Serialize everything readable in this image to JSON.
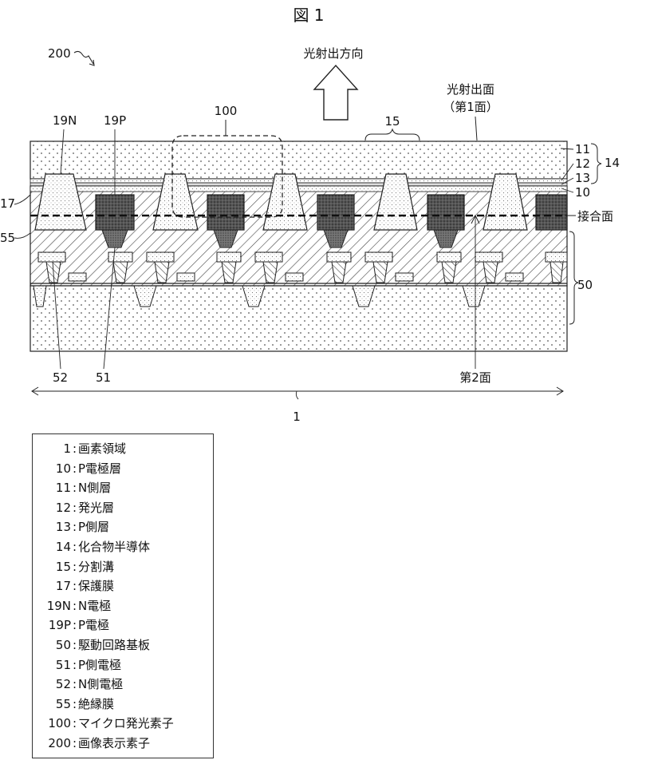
{
  "figure": {
    "title": "図 1",
    "label_200": "200",
    "light_direction": "光射出方向",
    "light_face_line1": "光射出面",
    "light_face_line2": "（第1面）",
    "label_100": "100",
    "label_15": "15",
    "label_19N": "19N",
    "label_19P": "19P",
    "label_11": "11",
    "label_12": "12",
    "label_13": "13",
    "label_14": "14",
    "label_10": "10",
    "label_17": "17",
    "label_55": "55",
    "label_50": "50",
    "bonding_face": "接合面",
    "label_52": "52",
    "label_51": "51",
    "second_face": "第2面",
    "label_1": "1"
  },
  "legend": [
    {
      "num": "1",
      "sep": ":",
      "text": "画素領域"
    },
    {
      "num": "10",
      "sep": ":",
      "text": "P電極層"
    },
    {
      "num": "11",
      "sep": ":",
      "text": "N側層"
    },
    {
      "num": "12",
      "sep": ":",
      "text": "発光層"
    },
    {
      "num": "13",
      "sep": ":",
      "text": "P側層"
    },
    {
      "num": "14",
      "sep": ":",
      "text": "化合物半導体"
    },
    {
      "num": "15",
      "sep": ":",
      "text": "分割溝"
    },
    {
      "num": "17",
      "sep": ":",
      "text": "保護膜"
    },
    {
      "num": "19N",
      "sep": ":",
      "text": "N電極"
    },
    {
      "num": "19P",
      "sep": ":",
      "text": "P電極"
    },
    {
      "num": "50",
      "sep": ":",
      "text": "駆動回路基板"
    },
    {
      "num": "51",
      "sep": ":",
      "text": "P側電極"
    },
    {
      "num": "52",
      "sep": ":",
      "text": "N側電極"
    },
    {
      "num": "55",
      "sep": ":",
      "text": "絶縁膜"
    },
    {
      "num": "100",
      "sep": ":",
      "text": "マイクロ発光素子"
    },
    {
      "num": "200",
      "sep": ":",
      "text": "画像表示素子"
    }
  ]
}
